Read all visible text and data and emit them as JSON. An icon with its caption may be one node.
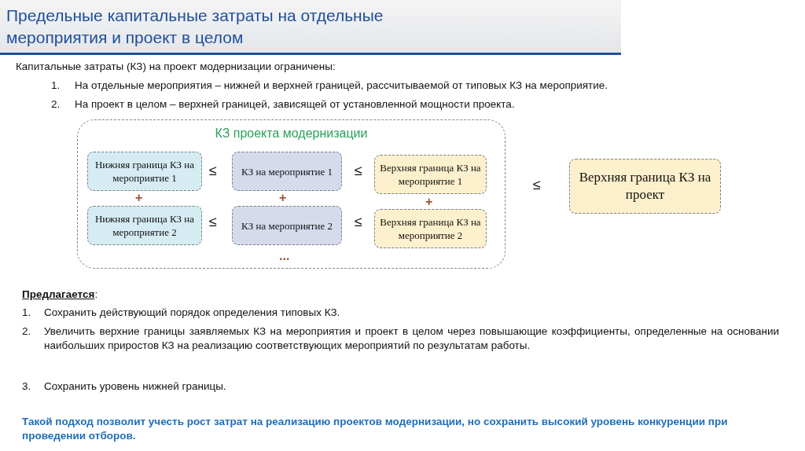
{
  "diagram": {
    "title": "Предельные капитальные затраты на отдельные мероприятия и проект в целом",
    "nodes": [
      {
        "text": [
          "КЗ проекта модернизации"
        ]
      },
      {
        "text": [
          "Нижняя граница КЗ на мероприятие 1"
        ],
        "in": 0
      },
      {
        "text": [
          "КЗ на мероприятие 1"
        ],
        "in": 0
      },
      {
        "text": [
          "Верхняя граница КЗ на мероприятие 1"
        ],
        "in": 0
      },
      {
        "text": [
          "Нижняя граница КЗ на мероприятие 2"
        ],
        "in": 0
      },
      {
        "text": [
          "КЗ на мероприятие 2"
        ],
        "in": 0
      },
      {
        "text": [
          "Верхняя граница КЗ на мероприятие 2"
        ],
        "in": 0
      },
      {
        "text": [
          "Верхняя граница КЗ на проект"
        ]
      }
    ],
    "edges": [],
    "labels": [
      "Капитальные затраты (КЗ) на проект модернизации ограничены:",
      "1.",
      "На отдельные мероприятия – нижней и верхней границей, рассчитываемой от типовых КЗ на мероприятие.",
      "2.",
      "На проект в целом – верхней границей, зависящей от установленной мощности проекта.",
      "≤",
      "≤",
      "≤",
      "+",
      "+",
      "+",
      "≤",
      "≤",
      "...",
      "**Предлагается**:",
      "1.",
      "Сохранить действующий порядок определения типовых КЗ.",
      "2.",
      "Увеличить верхние границы заявляемых КЗ на мероприятия и проект в целом через повышающие коэффициенты, определенные на основании наибольших приростов КЗ на реализацию соответствующих мероприятий по результатам работы.",
      "3.",
      "Сохранить уровень нижней границы.",
      "Такой подход позволит учесть рост затрат на реализацию проектов модернизации, но сохранить высокий уровень конкуренции при проведении отборов."
    ]
  }
}
